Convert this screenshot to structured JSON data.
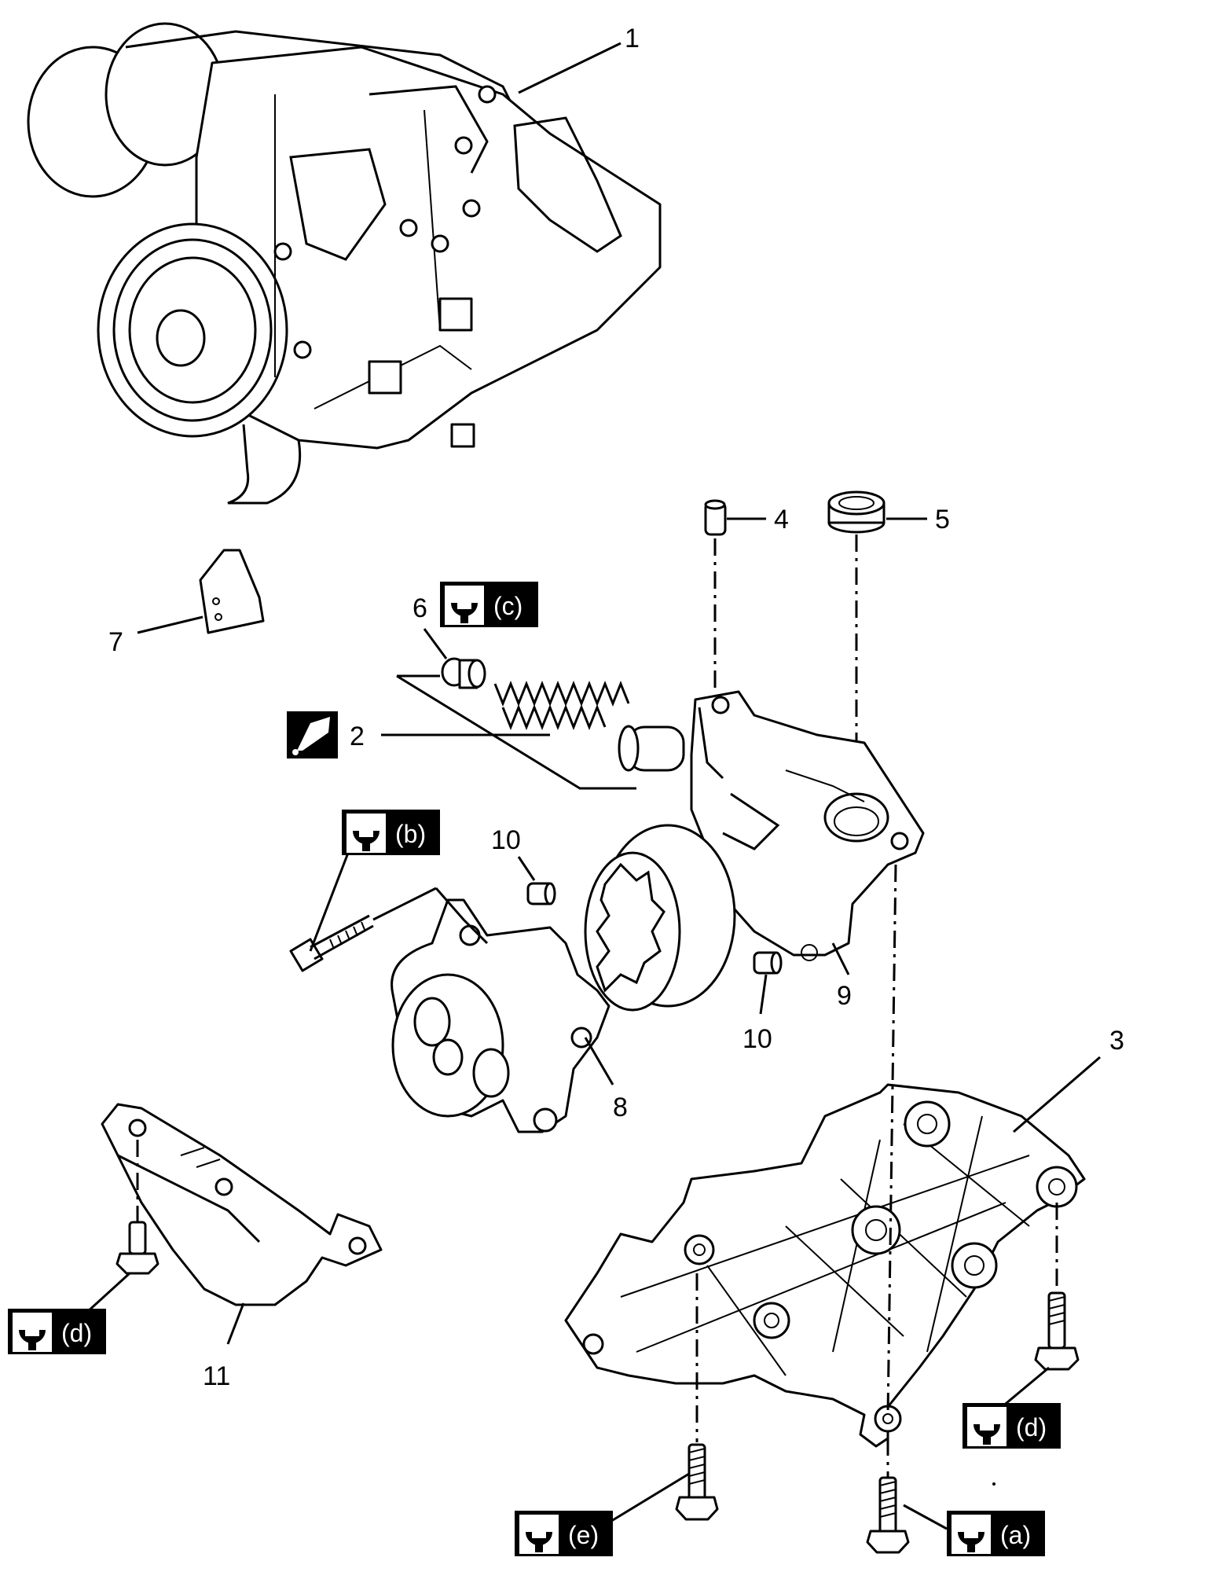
{
  "callouts": {
    "c1": "1",
    "c2": "2",
    "c3": "3",
    "c4": "4",
    "c5": "5",
    "c6": "6",
    "c7": "7",
    "c8": "8",
    "c9": "9",
    "c10a": "10",
    "c10b": "10",
    "c11": "11"
  },
  "torque_labels": {
    "a": "(a)",
    "b": "(b)",
    "c": "(c)",
    "d_left": "(d)",
    "d_right": "(d)",
    "e": "(e)"
  },
  "icons": {
    "torque": "wrench-torque-icon",
    "oil": "oil-apply-icon"
  }
}
